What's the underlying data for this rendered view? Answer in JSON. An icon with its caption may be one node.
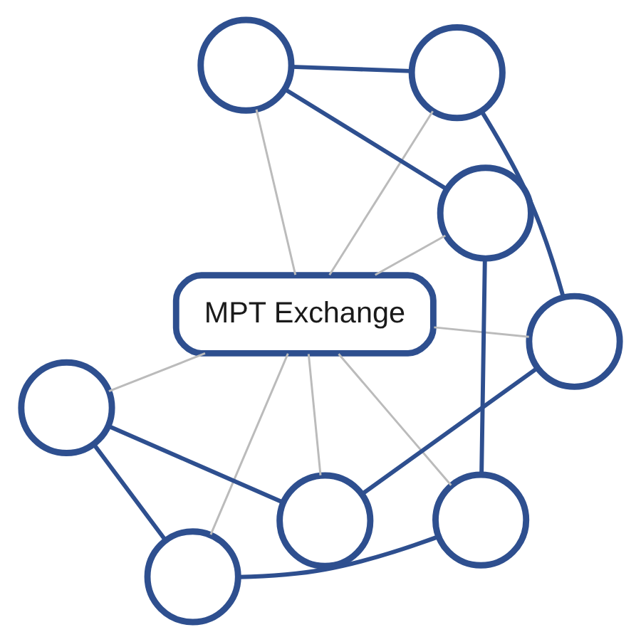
{
  "diagram": {
    "nodes": [
      {
        "text": [
          "MPT Exchange"
        ]
      },
      {
        "text": [],
        "shape": "circle"
      },
      {
        "text": [],
        "shape": "circle"
      },
      {
        "text": [],
        "shape": "circle"
      },
      {
        "text": [],
        "shape": "circle"
      },
      {
        "text": [],
        "shape": "circle"
      },
      {
        "text": [],
        "shape": "circle"
      },
      {
        "text": [],
        "shape": "circle"
      },
      {
        "text": [],
        "shape": "circle"
      }
    ],
    "edges": [
      {
        "from": 0,
        "to": 1,
        "arrow": "none",
        "color": "#bbbbbb"
      },
      {
        "from": 0,
        "to": 3,
        "arrow": "none",
        "color": "#bbbbbb"
      },
      {
        "from": 0,
        "to": 5,
        "arrow": "none",
        "color": "#bbbbbb"
      },
      {
        "from": 0,
        "to": 7,
        "arrow": "none",
        "color": "#bbbbbb"
      },
      {
        "from": 0,
        "to": 8,
        "arrow": "none",
        "color": "#bbbbbb"
      },
      {
        "from": 0,
        "to": 6,
        "arrow": "none",
        "color": "#bbbbbb"
      },
      {
        "from": 0,
        "to": 4,
        "arrow": "none",
        "color": "#bbbbbb"
      },
      {
        "from": 0,
        "to": 2,
        "arrow": "none",
        "color": "#bbbbbb"
      },
      {
        "from": 1,
        "to": 3,
        "arrow": "none",
        "color": "#2e4f8f"
      },
      {
        "from": 3,
        "to": 5,
        "arrow": "none",
        "color": "#2e4f8f"
      },
      {
        "from": 5,
        "to": 7,
        "arrow": "none",
        "color": "#2e4f8f"
      },
      {
        "from": 7,
        "to": 8,
        "arrow": "none",
        "color": "#2e4f8f"
      },
      {
        "from": 8,
        "to": 6,
        "arrow": "none",
        "color": "#2e4f8f"
      },
      {
        "from": 6,
        "to": 4,
        "arrow": "none",
        "color": "#2e4f8f"
      },
      {
        "from": 4,
        "to": 2,
        "arrow": "none",
        "color": "#2e4f8f"
      },
      {
        "from": 2,
        "to": 1,
        "arrow": "none",
        "color": "#2e4f8f"
      }
    ]
  }
}
